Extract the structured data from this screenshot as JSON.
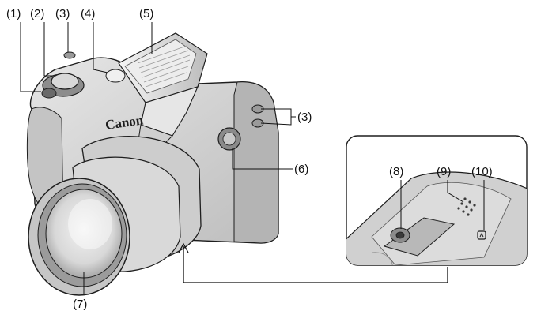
{
  "callouts": [
    {
      "id": "c1",
      "text": "(1)"
    },
    {
      "id": "c2",
      "text": "(2)"
    },
    {
      "id": "c3a",
      "text": "(3)"
    },
    {
      "id": "c4",
      "text": "(4)"
    },
    {
      "id": "c5",
      "text": "(5)"
    },
    {
      "id": "c3b",
      "text": "(3)"
    },
    {
      "id": "c6",
      "text": "(6)"
    },
    {
      "id": "c7",
      "text": "(7)"
    },
    {
      "id": "c8",
      "text": "(8)"
    },
    {
      "id": "c9",
      "text": "(9)"
    },
    {
      "id": "c10",
      "text": "(10)"
    }
  ],
  "camera": {
    "brand_logo": "Canon"
  },
  "colors": {
    "body": "#d2d2d2",
    "shadow": "#8c8c8c",
    "dark": "#3a3a3a",
    "outline": "#1e1e1e",
    "leader": "#111111"
  }
}
